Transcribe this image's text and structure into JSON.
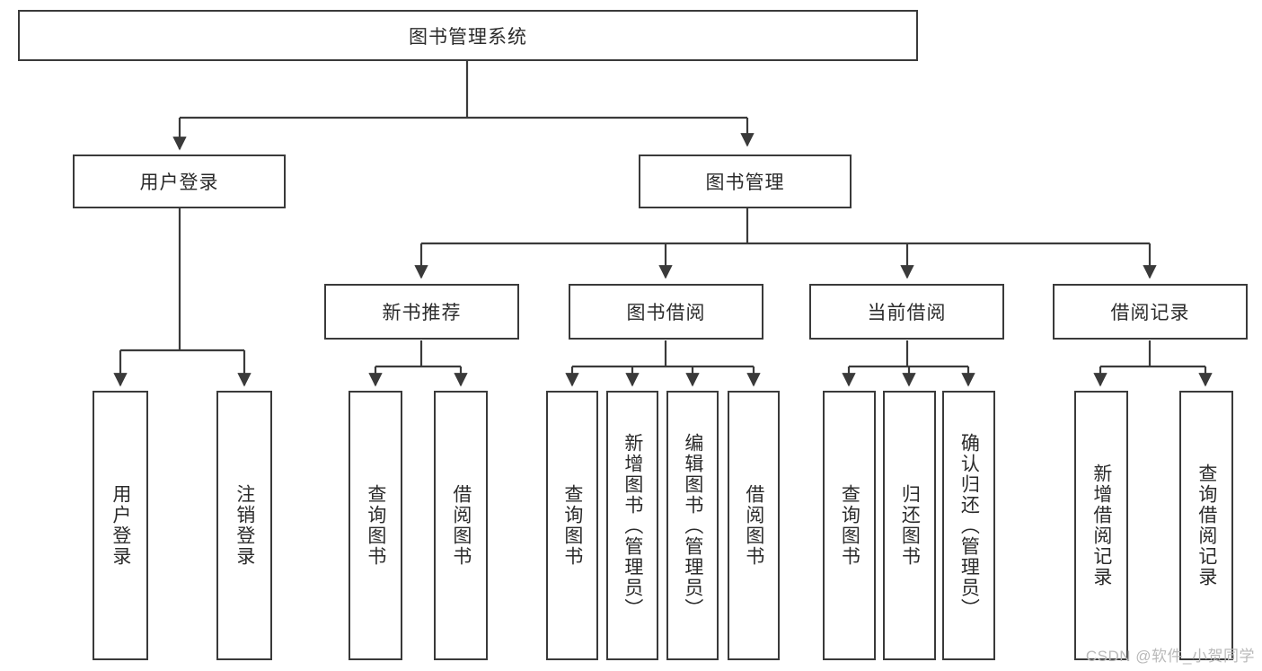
{
  "diagram": {
    "title": "图书管理系统",
    "type": "tree",
    "watermark": "CSDN @软件_小贺同学",
    "colors": {
      "stroke": "#3a3a3a",
      "text": "#2b2b2b",
      "background": "#ffffff",
      "watermark": "#b9b9b9"
    },
    "levels": {
      "root": {
        "label": "图书管理系统"
      },
      "level2": [
        {
          "label": "用户登录"
        },
        {
          "label": "图书管理"
        }
      ],
      "level3": [
        {
          "label": "新书推荐"
        },
        {
          "label": "图书借阅"
        },
        {
          "label": "当前借阅"
        },
        {
          "label": "借阅记录"
        }
      ],
      "leaves": {
        "user_login": [
          {
            "label": "用户登录"
          },
          {
            "label": "注销登录"
          }
        ],
        "new_book_recommend": [
          {
            "label": "查询图书"
          },
          {
            "label": "借阅图书"
          }
        ],
        "book_borrow": [
          {
            "label": "查询图书"
          },
          {
            "label": "新增图书（管理员）"
          },
          {
            "label": "编辑图书（管理员）"
          },
          {
            "label": "借阅图书"
          }
        ],
        "current_borrow": [
          {
            "label": "查询图书"
          },
          {
            "label": "归还图书"
          },
          {
            "label": "确认归还（管理员）"
          }
        ],
        "borrow_record": [
          {
            "label": "新增借阅记录"
          },
          {
            "label": "查询借阅记录"
          }
        ]
      }
    }
  }
}
